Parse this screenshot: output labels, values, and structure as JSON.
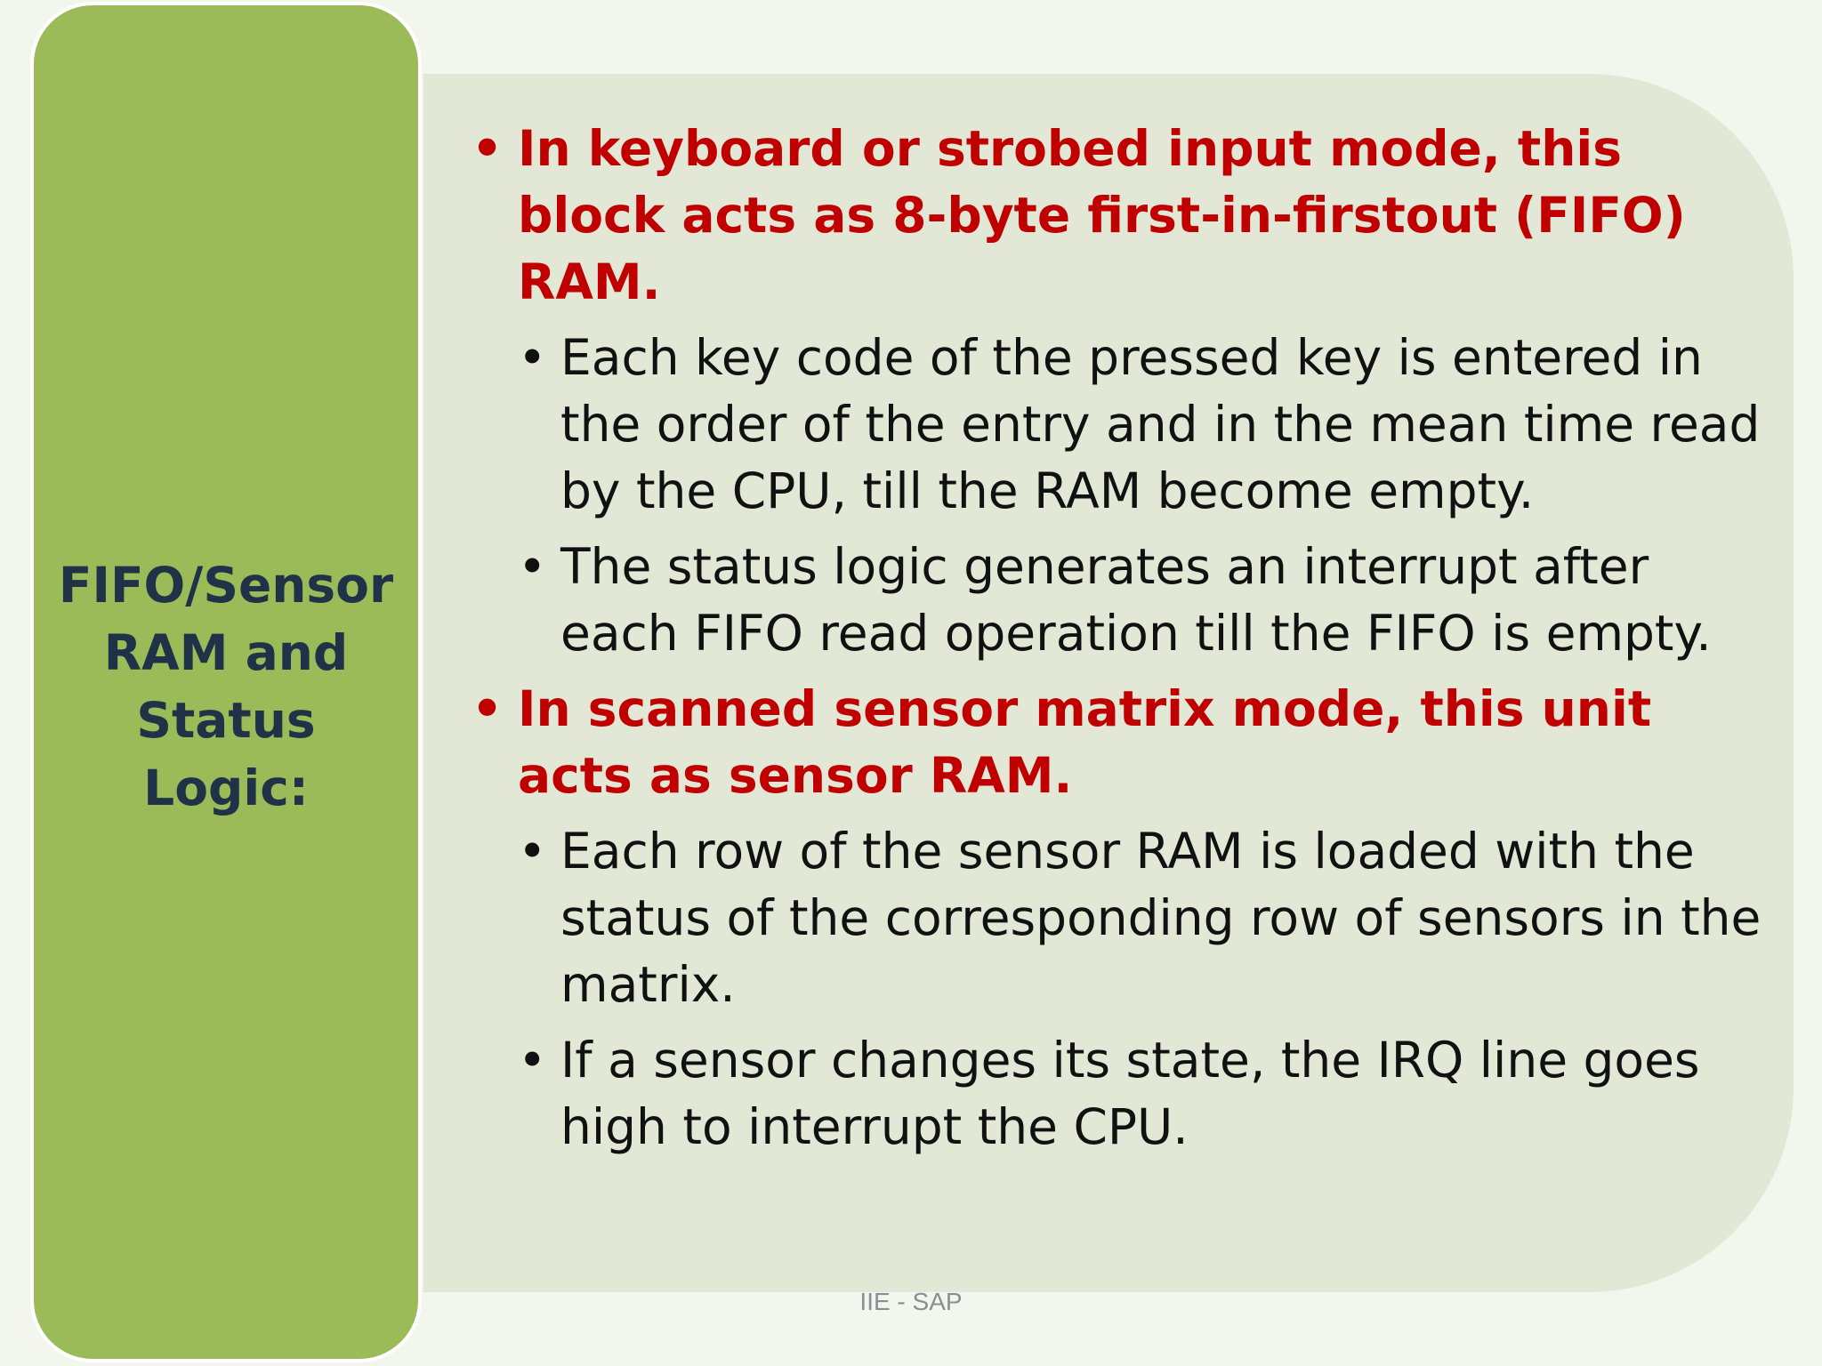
{
  "side_panel": {
    "title": "FIFO/Sensor\nRAM and\nStatus Logic:"
  },
  "content": {
    "items": [
      {
        "level": 1,
        "text": "In keyboard or strobed input mode, this block acts as 8-byte first-in-firstout (FIFO) RAM."
      },
      {
        "level": 2,
        "text": " Each key code of the pressed key is entered in the order of the entry and in the mean time read by the CPU, till the RAM become empty."
      },
      {
        "level": 2,
        "text": "The status logic generates an interrupt after each FIFO read operation till the FIFO is empty."
      },
      {
        "level": 1,
        "text": "In scanned sensor matrix mode, this unit acts as sensor RAM."
      },
      {
        "level": 2,
        "text": "Each row of the sensor RAM is loaded with the status of the corresponding row of sensors in the matrix."
      },
      {
        "level": 2,
        "text": "If a sensor changes its state, the IRQ line goes high to interrupt the CPU."
      }
    ]
  },
  "footer": {
    "text": "IIE - SAP"
  },
  "colors": {
    "side_panel": "#9bbb59",
    "content_panel": "#e2e8d5",
    "heading_text": "#1f3248",
    "level1_text": "#c00000",
    "level2_text": "#111111"
  }
}
